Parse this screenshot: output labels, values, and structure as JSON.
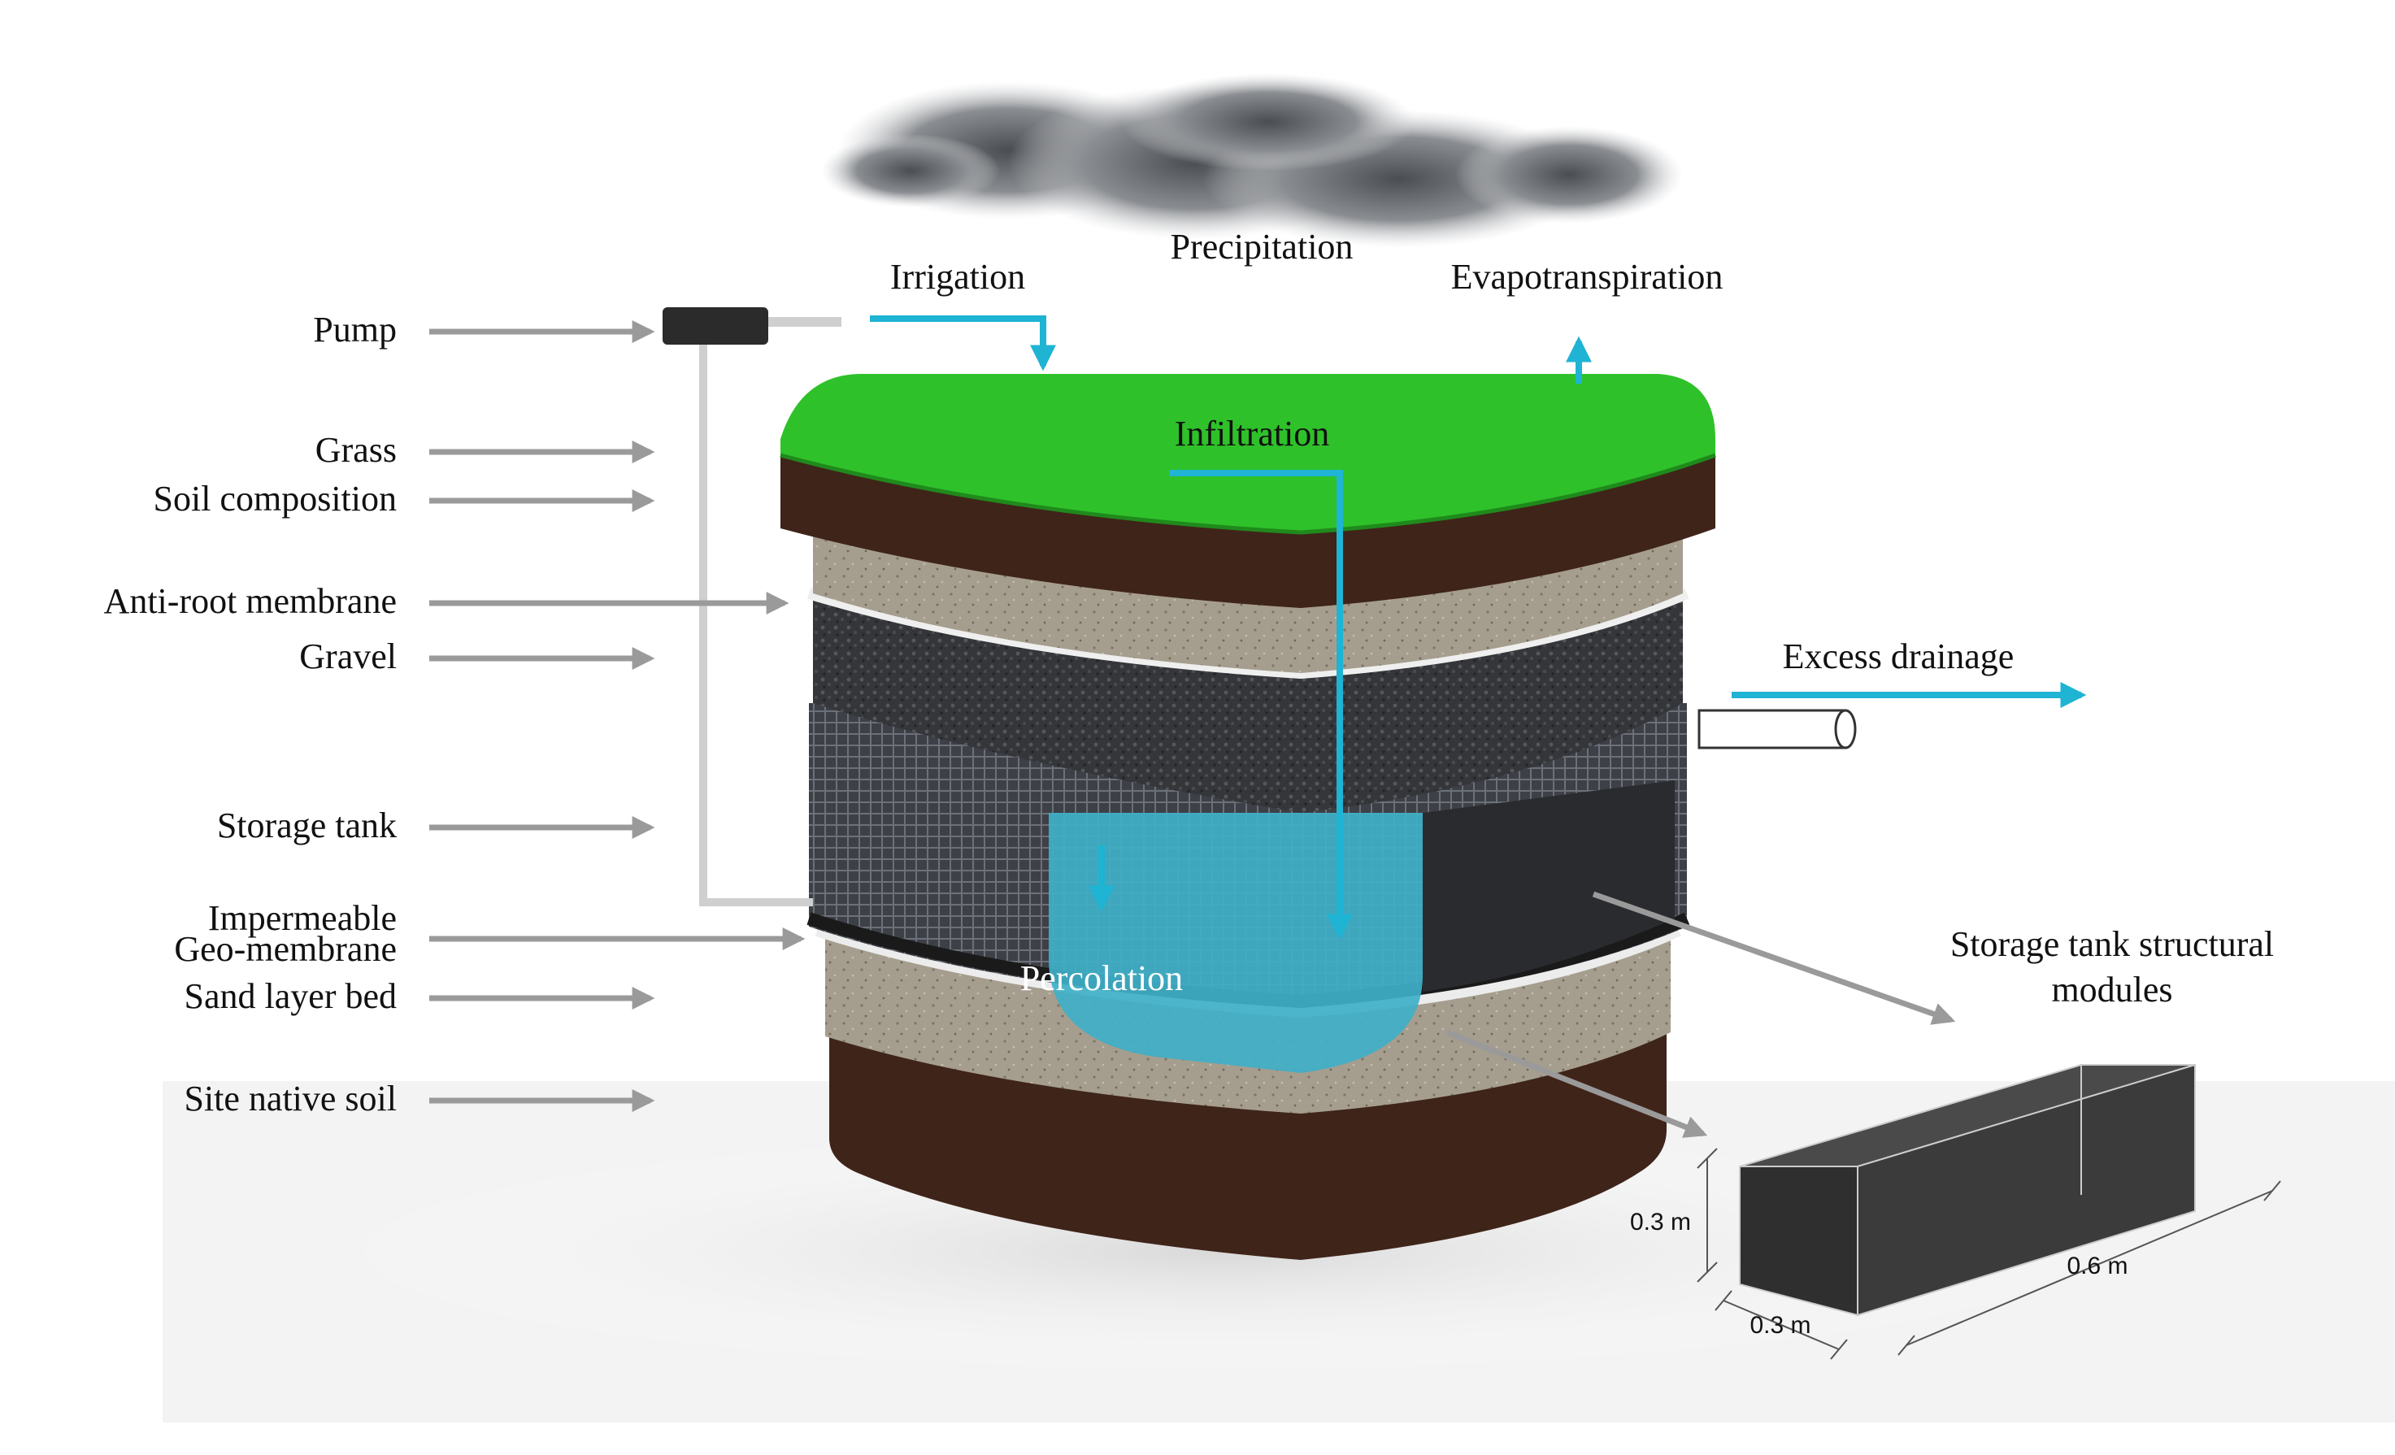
{
  "labels": {
    "pump": "Pump",
    "grass": "Grass",
    "soil_composition": "Soil composition",
    "anti_root_membrane": "Anti-root membrane",
    "gravel": "Gravel",
    "storage_tank": "Storage tank",
    "impermeable_line1": "Impermeable",
    "impermeable_line2": "Geo-membrane",
    "sand_layer_bed": "Sand layer bed",
    "site_native_soil": "Site native soil"
  },
  "flows": {
    "irrigation": "Irrigation",
    "precipitation": "Precipitation",
    "evapotranspiration": "Evapotranspiration",
    "infiltration": "Infiltration",
    "excess_drainage": "Excess drainage",
    "percolation": "Percolation"
  },
  "module": {
    "title_line1": "Storage tank structural",
    "title_line2": "modules",
    "height": "0.3 m",
    "width": "0.3 m",
    "length": "0.6 m"
  },
  "colors": {
    "flow_arrow": "#1fb3d4",
    "label_arrow": "#9a9a9a",
    "grass": "#2fc12a",
    "soil": "#3f2419",
    "sand": "#a79f8f",
    "gravel": "#3a3b3e",
    "water": "#3fb0c8",
    "module": "#3b3b3b"
  }
}
